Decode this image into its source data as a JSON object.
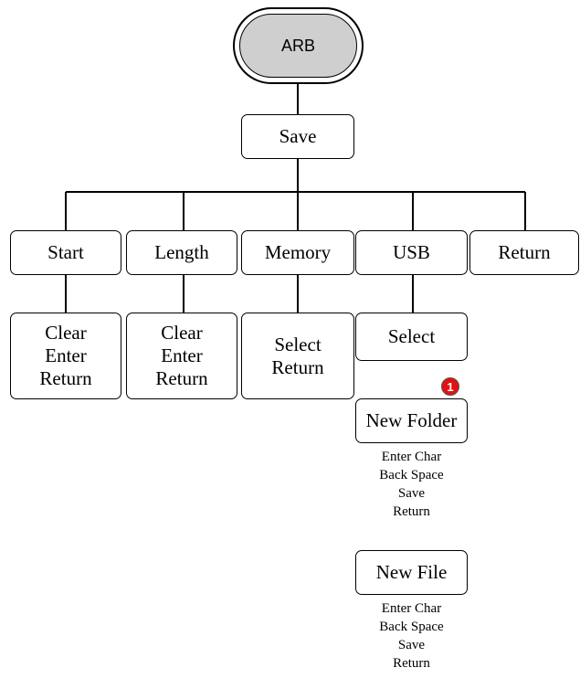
{
  "root": {
    "label": "ARB"
  },
  "save": {
    "label": "Save"
  },
  "menu": [
    {
      "label": "Start",
      "children": [
        "Clear",
        "Enter",
        "Return"
      ]
    },
    {
      "label": "Length",
      "children": [
        "Clear",
        "Enter",
        "Return"
      ]
    },
    {
      "label": "Memory",
      "children": [
        "Select",
        "Return"
      ]
    },
    {
      "label": "USB",
      "children": [
        "Select"
      ]
    },
    {
      "label": "Return"
    }
  ],
  "usb": {
    "note_badge": "1",
    "new_folder": {
      "label": "New Folder",
      "options": [
        "Enter Char",
        "Back Space",
        "Save",
        "Return"
      ]
    },
    "new_file": {
      "label": "New File",
      "options": [
        "Enter Char",
        "Back Space",
        "Save",
        "Return"
      ]
    }
  },
  "colors": {
    "line": "#000000",
    "root_fill": "#cfcfcf",
    "badge": "#e01212"
  }
}
